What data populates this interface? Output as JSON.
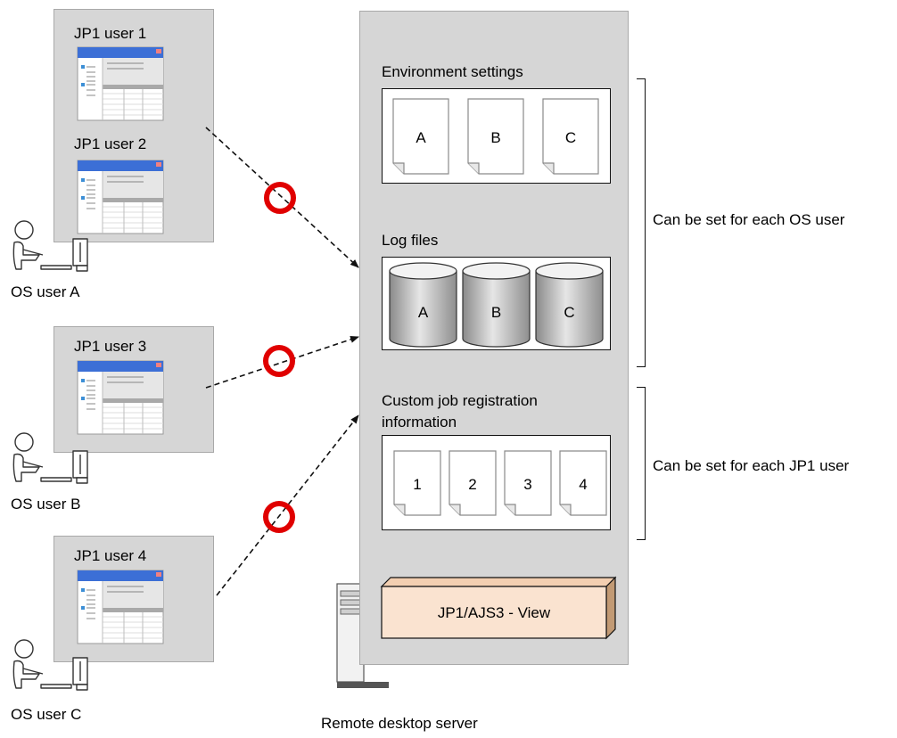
{
  "client_groups": [
    {
      "os_user": "OS user A",
      "jp1_users": [
        "JP1 user 1",
        "JP1 user 2"
      ]
    },
    {
      "os_user": "OS user B",
      "jp1_users": [
        "JP1 user 3"
      ]
    },
    {
      "os_user": "OS user C",
      "jp1_users": [
        "JP1 user 4"
      ]
    }
  ],
  "server": {
    "caption": "Remote desktop server",
    "environment_settings": {
      "title": "Environment settings",
      "files": [
        "A",
        "B",
        "C"
      ]
    },
    "log_files": {
      "title": "Log files",
      "cylinders": [
        "A",
        "B",
        "C"
      ]
    },
    "custom_job": {
      "title_line1": "Custom job registration",
      "title_line2": "information",
      "files": [
        "1",
        "2",
        "3",
        "4"
      ]
    },
    "product": "JP1/AJS3 - View"
  },
  "annotations": {
    "per_os_user": "Can be set for each OS user",
    "per_jp1_user": "Can be set for each JP1 user"
  },
  "colors": {
    "panel": "#d6d6d6",
    "ok_circle": "#e00000",
    "product_box": "#fae3d0",
    "thumb_header": "#3c6fd6"
  }
}
